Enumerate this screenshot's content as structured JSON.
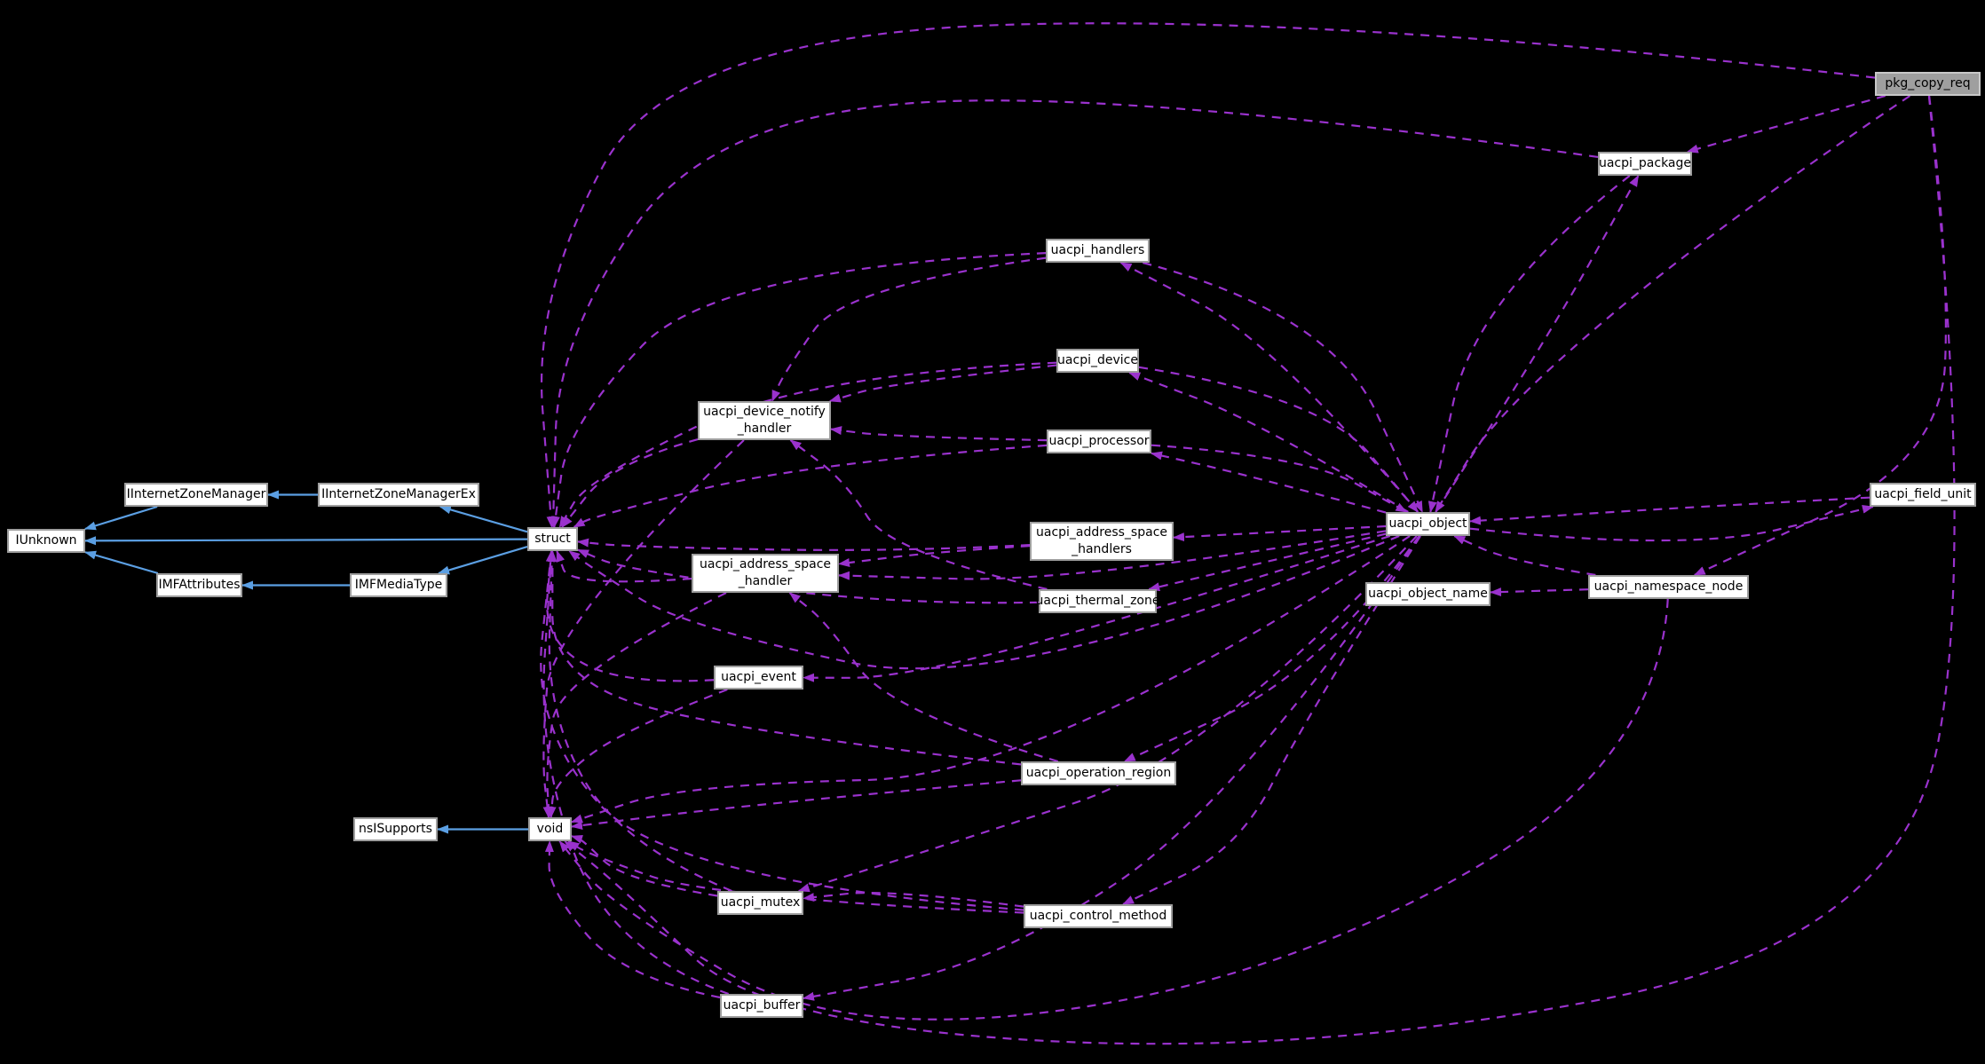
{
  "diagram": {
    "kind": "doxygen-collaboration-graph",
    "root": "pkg_copy_req",
    "nodes": [
      {
        "id": "IUnknown",
        "label": "IUnknown",
        "role": "class"
      },
      {
        "id": "IInternetZoneManager",
        "label": "IInternetZoneManager",
        "role": "class"
      },
      {
        "id": "IInternetZoneManagerEx",
        "label": "IInternetZoneManagerEx",
        "role": "class"
      },
      {
        "id": "IMFAttributes",
        "label": "IMFAttributes",
        "role": "class"
      },
      {
        "id": "IMFMediaType",
        "label": "IMFMediaType",
        "role": "class"
      },
      {
        "id": "struct",
        "label": "struct",
        "role": "class"
      },
      {
        "id": "nsISupports",
        "label": "nsISupports",
        "role": "class"
      },
      {
        "id": "void",
        "label": "void",
        "role": "class"
      },
      {
        "id": "uacpi_device_notify_handler",
        "label": "uacpi_device_notify\n_handler",
        "role": "class"
      },
      {
        "id": "uacpi_address_space_handler",
        "label": "uacpi_address_space\n_handler",
        "role": "class"
      },
      {
        "id": "uacpi_address_space_handlers",
        "label": "uacpi_address_space\n_handlers",
        "role": "class"
      },
      {
        "id": "uacpi_handlers",
        "label": "uacpi_handlers",
        "role": "class"
      },
      {
        "id": "uacpi_device",
        "label": "uacpi_device",
        "role": "class"
      },
      {
        "id": "uacpi_processor",
        "label": "uacpi_processor",
        "role": "class"
      },
      {
        "id": "uacpi_thermal_zone",
        "label": "uacpi_thermal_zone",
        "role": "class"
      },
      {
        "id": "uacpi_event",
        "label": "uacpi_event",
        "role": "class"
      },
      {
        "id": "uacpi_operation_region",
        "label": "uacpi_operation_region",
        "role": "class"
      },
      {
        "id": "uacpi_mutex",
        "label": "uacpi_mutex",
        "role": "class"
      },
      {
        "id": "uacpi_control_method",
        "label": "uacpi_control_method",
        "role": "class"
      },
      {
        "id": "uacpi_buffer",
        "label": "uacpi_buffer",
        "role": "class"
      },
      {
        "id": "uacpi_object",
        "label": "uacpi_object",
        "role": "class"
      },
      {
        "id": "uacpi_object_name",
        "label": "uacpi_object_name",
        "role": "class"
      },
      {
        "id": "uacpi_namespace_node",
        "label": "uacpi_namespace_node",
        "role": "class"
      },
      {
        "id": "uacpi_package",
        "label": "uacpi_package",
        "role": "class"
      },
      {
        "id": "uacpi_field_unit",
        "label": "uacpi_field_unit",
        "role": "class"
      },
      {
        "id": "pkg_copy_req",
        "label": "pkg_copy_req",
        "role": "root"
      }
    ],
    "edges": [
      {
        "from": "IInternetZoneManager",
        "to": "IUnknown",
        "rel": "inherits"
      },
      {
        "from": "IInternetZoneManagerEx",
        "to": "IInternetZoneManager",
        "rel": "inherits"
      },
      {
        "from": "struct",
        "to": "IUnknown",
        "rel": "inherits"
      },
      {
        "from": "struct",
        "to": "IInternetZoneManagerEx",
        "rel": "inherits"
      },
      {
        "from": "IMFAttributes",
        "to": "IUnknown",
        "rel": "inherits"
      },
      {
        "from": "IMFMediaType",
        "to": "IMFAttributes",
        "rel": "inherits"
      },
      {
        "from": "struct",
        "to": "IMFMediaType",
        "rel": "inherits"
      },
      {
        "from": "void",
        "to": "nsISupports",
        "rel": "inherits"
      },
      {
        "from": "pkg_copy_req",
        "to": "uacpi_namespace_node",
        "rel": "uses"
      },
      {
        "from": "pkg_copy_req",
        "to": "uacpi_object",
        "rel": "uses"
      },
      {
        "from": "pkg_copy_req",
        "to": "uacpi_package",
        "rel": "uses"
      },
      {
        "from": "pkg_copy_req",
        "to": "struct",
        "rel": "uses"
      },
      {
        "from": "pkg_copy_req",
        "to": "void",
        "rel": "uses"
      },
      {
        "from": "uacpi_package",
        "to": "uacpi_object",
        "rel": "uses"
      },
      {
        "from": "uacpi_package",
        "to": "struct",
        "rel": "uses"
      },
      {
        "from": "uacpi_field_unit",
        "to": "uacpi_object",
        "rel": "uses"
      },
      {
        "from": "uacpi_namespace_node",
        "to": "uacpi_object",
        "rel": "uses"
      },
      {
        "from": "uacpi_namespace_node",
        "to": "uacpi_object_name",
        "rel": "uses"
      },
      {
        "from": "uacpi_namespace_node",
        "to": "void",
        "rel": "uses"
      },
      {
        "from": "uacpi_handlers",
        "to": "uacpi_object",
        "rel": "uses"
      },
      {
        "from": "uacpi_handlers",
        "to": "uacpi_device_notify_handler",
        "rel": "uses"
      },
      {
        "from": "uacpi_handlers",
        "to": "struct",
        "rel": "uses"
      },
      {
        "from": "uacpi_device",
        "to": "uacpi_object",
        "rel": "uses"
      },
      {
        "from": "uacpi_device",
        "to": "uacpi_device_notify_handler",
        "rel": "uses"
      },
      {
        "from": "uacpi_device",
        "to": "struct",
        "rel": "uses"
      },
      {
        "from": "uacpi_processor",
        "to": "uacpi_object",
        "rel": "uses"
      },
      {
        "from": "uacpi_processor",
        "to": "uacpi_device_notify_handler",
        "rel": "uses"
      },
      {
        "from": "uacpi_processor",
        "to": "struct",
        "rel": "uses"
      },
      {
        "from": "uacpi_thermal_zone",
        "to": "uacpi_device_notify_handler",
        "rel": "uses"
      },
      {
        "from": "uacpi_thermal_zone",
        "to": "struct",
        "rel": "uses"
      },
      {
        "from": "uacpi_address_space_handlers",
        "to": "uacpi_address_space_handler",
        "rel": "uses"
      },
      {
        "from": "uacpi_address_space_handlers",
        "to": "struct",
        "rel": "uses"
      },
      {
        "from": "uacpi_operation_region",
        "to": "uacpi_address_space_handler",
        "rel": "uses"
      },
      {
        "from": "uacpi_operation_region",
        "to": "struct",
        "rel": "uses"
      },
      {
        "from": "uacpi_operation_region",
        "to": "void",
        "rel": "uses"
      },
      {
        "from": "uacpi_control_method",
        "to": "uacpi_mutex",
        "rel": "uses"
      },
      {
        "from": "uacpi_control_method",
        "to": "struct",
        "rel": "uses"
      },
      {
        "from": "uacpi_control_method",
        "to": "void",
        "rel": "uses"
      },
      {
        "from": "uacpi_mutex",
        "to": "struct",
        "rel": "uses"
      },
      {
        "from": "uacpi_mutex",
        "to": "void",
        "rel": "uses"
      },
      {
        "from": "uacpi_buffer",
        "to": "struct",
        "rel": "uses"
      },
      {
        "from": "uacpi_buffer",
        "to": "void",
        "rel": "uses"
      },
      {
        "from": "uacpi_event",
        "to": "struct",
        "rel": "uses"
      },
      {
        "from": "uacpi_event",
        "to": "void",
        "rel": "uses"
      },
      {
        "from": "uacpi_device_notify_handler",
        "to": "struct",
        "rel": "uses"
      },
      {
        "from": "uacpi_device_notify_handler",
        "to": "void",
        "rel": "uses"
      },
      {
        "from": "uacpi_address_space_handler",
        "to": "struct",
        "rel": "uses"
      },
      {
        "from": "uacpi_address_space_handler",
        "to": "void",
        "rel": "uses"
      },
      {
        "from": "uacpi_object",
        "to": "struct",
        "rel": "uses"
      },
      {
        "from": "uacpi_object",
        "to": "void",
        "rel": "uses"
      },
      {
        "from": "uacpi_object",
        "to": "uacpi_buffer",
        "rel": "uses"
      },
      {
        "from": "uacpi_object",
        "to": "uacpi_package",
        "rel": "uses"
      },
      {
        "from": "uacpi_object",
        "to": "uacpi_field_unit",
        "rel": "uses"
      },
      {
        "from": "uacpi_object",
        "to": "uacpi_mutex",
        "rel": "uses"
      },
      {
        "from": "uacpi_object",
        "to": "uacpi_event",
        "rel": "uses"
      },
      {
        "from": "uacpi_object",
        "to": "uacpi_control_method",
        "rel": "uses"
      },
      {
        "from": "uacpi_object",
        "to": "uacpi_operation_region",
        "rel": "uses"
      },
      {
        "from": "uacpi_object",
        "to": "uacpi_address_space_handlers",
        "rel": "uses"
      },
      {
        "from": "uacpi_object",
        "to": "uacpi_address_space_handler",
        "rel": "uses"
      },
      {
        "from": "uacpi_object",
        "to": "uacpi_handlers",
        "rel": "uses"
      },
      {
        "from": "uacpi_object",
        "to": "uacpi_device",
        "rel": "uses"
      },
      {
        "from": "uacpi_object",
        "to": "uacpi_processor",
        "rel": "uses"
      },
      {
        "from": "uacpi_object",
        "to": "uacpi_thermal_zone",
        "rel": "uses"
      }
    ]
  },
  "colors": {
    "background": "#000000",
    "node_fill": "#ffffff",
    "node_border": "#9e9e9e",
    "node_text": "#000000",
    "root_fill": "#9f9f9f",
    "root_border": "#c8c8c8",
    "uses_edge": "#9a32cd",
    "inherits_edge": "#5b9fe3"
  }
}
